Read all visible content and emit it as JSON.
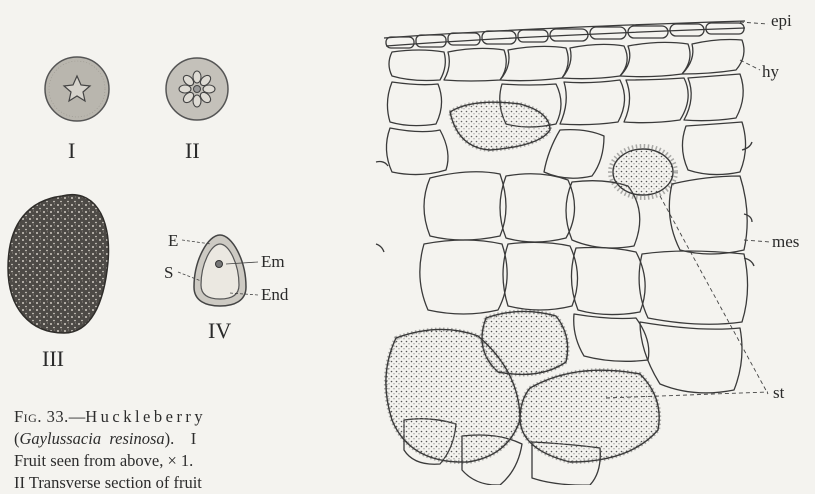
{
  "figure": {
    "labels": {
      "fruit_top": "I",
      "fruit_section": "II",
      "seed": "III",
      "seed_section": "IV",
      "E": "E",
      "S": "S",
      "Em": "Em",
      "End": "End",
      "epi": "epi",
      "hy": "hy",
      "mes": "mes",
      "st": "st"
    },
    "caption": {
      "fig_prefix": "Fig. 33.",
      "dash": "—",
      "common_name": "Huckleberry",
      "open_paren": "(",
      "sci_name_1": "Gaylussacia",
      "sci_name_2": "resinosa",
      "close_paren": ").",
      "roman_1": "I",
      "line2_rest": "Fruit seen from above, × 1.",
      "line3": "II Transverse section of fruit"
    },
    "colors": {
      "paper": "#f4f3ef",
      "ink": "#2c2c2c",
      "fruit_fill": "#bdbab3",
      "seed_dark": "#4a4744"
    }
  }
}
